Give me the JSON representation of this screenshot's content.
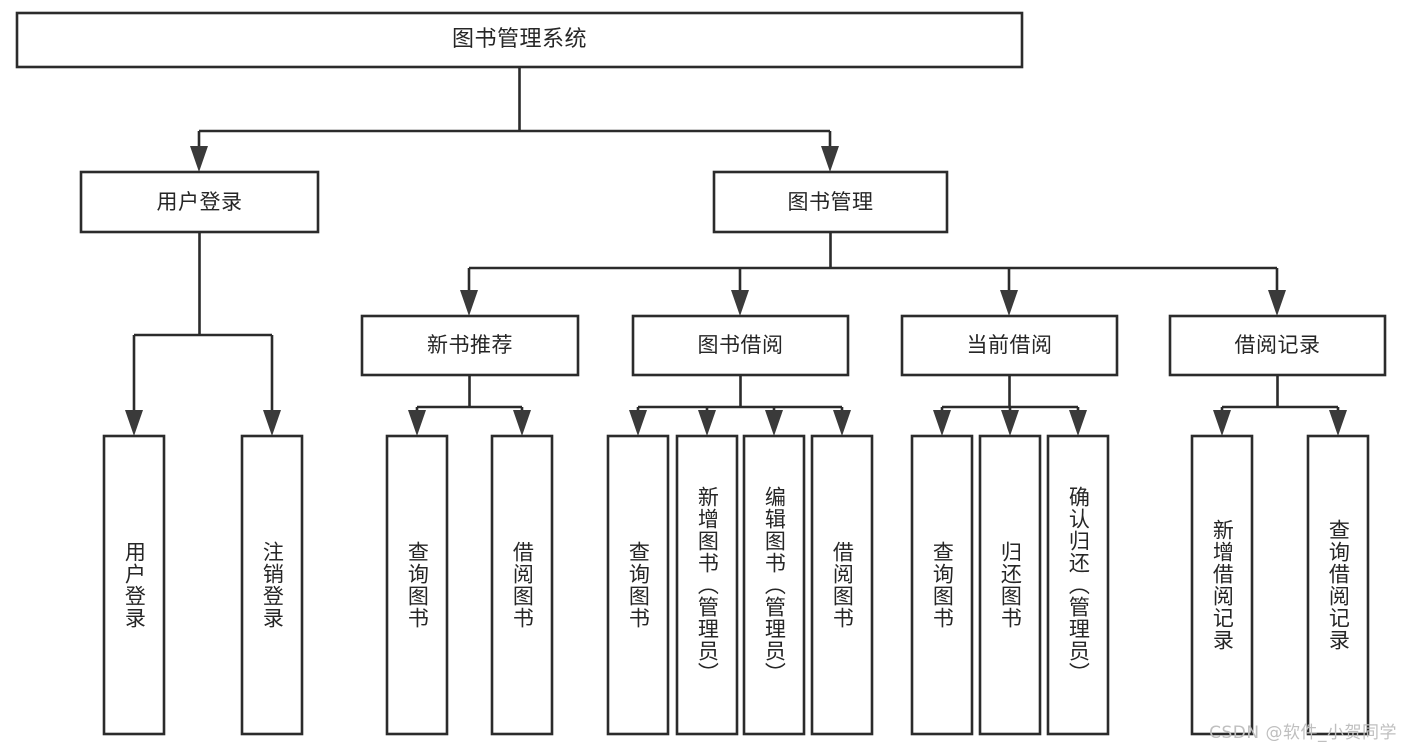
{
  "diagram": {
    "title": "图书管理系统",
    "type": "tree-hierarchy-chart",
    "watermark": "CSDN @软件_小贺同学",
    "colors": {
      "box_fill": "#ffffff",
      "box_stroke": "#2b2b2b",
      "text": "#262626",
      "watermark": "#bfbfbf",
      "background": "#ffffff"
    },
    "root": {
      "label": "图书管理系统",
      "orientation": "horizontal"
    },
    "level2": [
      {
        "label": "用户登录",
        "orientation": "horizontal"
      },
      {
        "label": "图书管理",
        "orientation": "horizontal"
      }
    ],
    "level3": [
      {
        "label": "新书推荐",
        "orientation": "horizontal"
      },
      {
        "label": "图书借阅",
        "orientation": "horizontal"
      },
      {
        "label": "当前借阅",
        "orientation": "horizontal"
      },
      {
        "label": "借阅记录",
        "orientation": "horizontal"
      }
    ],
    "leaves": {
      "user_login": [
        {
          "label": "用户登录",
          "orientation": "vertical"
        },
        {
          "label": "注销登录",
          "orientation": "vertical"
        }
      ],
      "new_book_recommend": [
        {
          "label": "查询图书",
          "orientation": "vertical"
        },
        {
          "label": "借阅图书",
          "orientation": "vertical"
        }
      ],
      "book_borrow": [
        {
          "label": "查询图书",
          "orientation": "vertical"
        },
        {
          "label": "新增图书（管理员）",
          "orientation": "vertical"
        },
        {
          "label": "编辑图书（管理员）",
          "orientation": "vertical"
        },
        {
          "label": "借阅图书",
          "orientation": "vertical"
        }
      ],
      "current_borrow": [
        {
          "label": "查询图书",
          "orientation": "vertical"
        },
        {
          "label": "归还图书",
          "orientation": "vertical"
        },
        {
          "label": "确认归还（管理员）",
          "orientation": "vertical"
        }
      ],
      "borrow_record": [
        {
          "label": "新增借阅记录",
          "orientation": "vertical"
        },
        {
          "label": "查询借阅记录",
          "orientation": "vertical"
        }
      ]
    }
  }
}
